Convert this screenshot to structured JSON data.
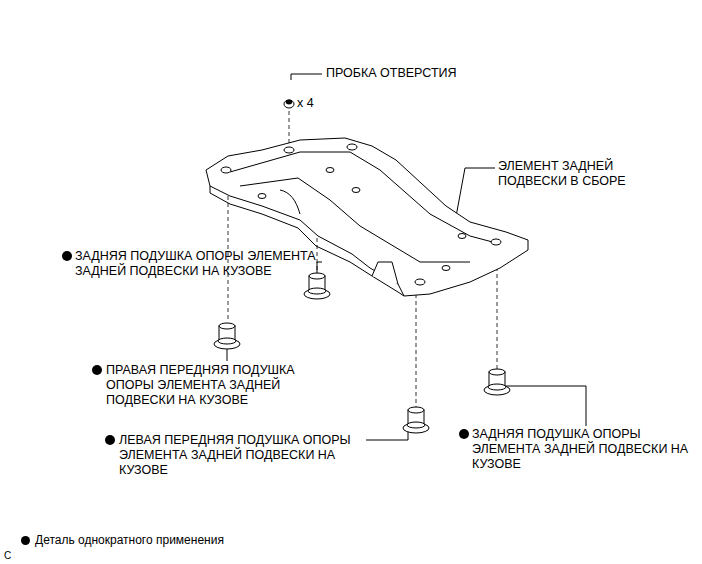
{
  "diagram": {
    "labels": [
      "ПРОБКА ОТВЕРСТИЯ",
      "x 4",
      "ЭЛЕМЕНТ ЗАДНЕЙ ПОДВЕСКИ В СБОРЕ",
      "ЗАДНЯЯ ПОДУШКА ОПОРЫ ЭЛЕМЕНТА ЗАДНЕЙ ПОДВЕСКИ НА КУЗОВЕ",
      "ПРАВАЯ ПЕРЕДНЯЯ ПОДУШКА ОПОРЫ ЭЛЕМЕНТА ЗАДНЕЙ ПОДВЕСКИ НА КУЗОВЕ",
      "ЛЕВАЯ ПЕРЕДНЯЯ ПОДУШКА ОПОРЫ ЭЛЕМЕНТА ЗАДНЕЙ ПОДВЕСКИ НА КУЗОВЕ",
      "ЗАДНЯЯ ПОДУШКА ОПОРЫ ЭЛЕМЕНТА ЗАДНЕЙ ПОДВЕСКИ НА КУЗОВЕ",
      "C"
    ],
    "legend": [
      {
        "text": "Деталь однократного применения"
      }
    ]
  }
}
